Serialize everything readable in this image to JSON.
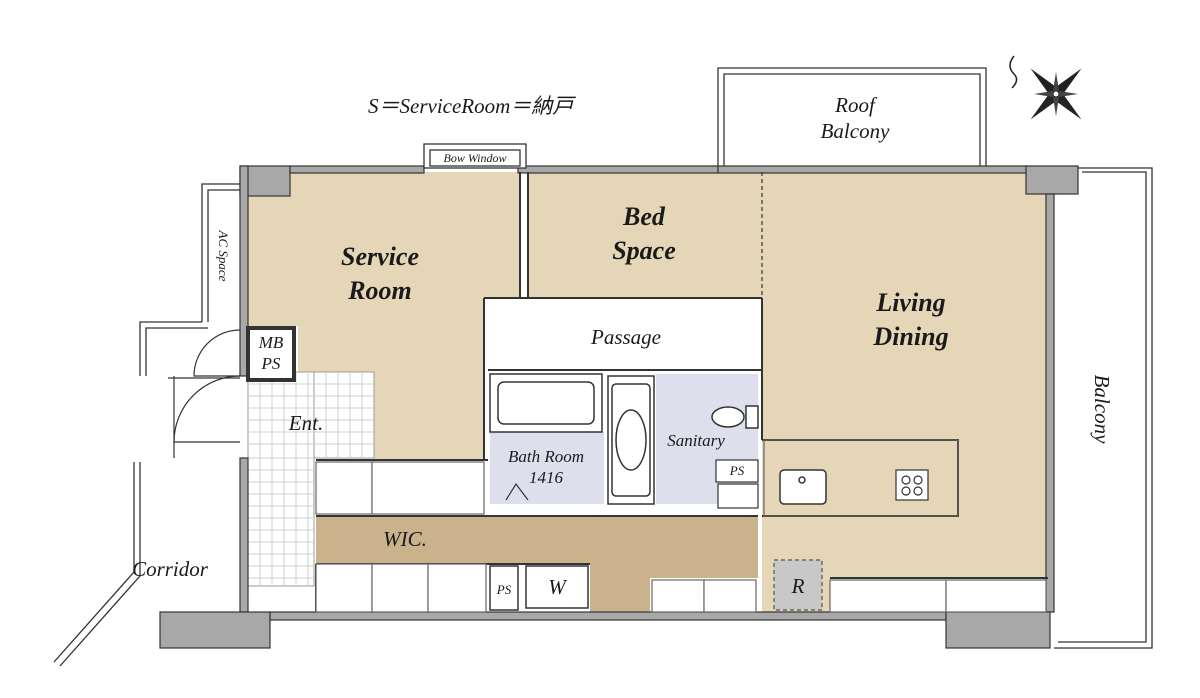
{
  "note": "S＝ServiceRoom＝納戸",
  "labels": {
    "service_room": "Service\nRoom",
    "bed_space": "Bed\nSpace",
    "living_dining": "Living\nDining",
    "passage": "Passage",
    "bath_room": "Bath Room\n1416",
    "sanitary": "Sanitary",
    "entrance": "Ent.",
    "wic": "WIC.",
    "corridor": "Corridor",
    "balcony": "Balcony",
    "roof_balcony": "Roof\nBalcony",
    "bow_window": "Bow Window",
    "ac_space": "AC Space",
    "mb_ps": "MB\nPS",
    "ps_kitchen": "PS",
    "ps_closet": "PS",
    "washer": "W",
    "refrigerator": "R"
  },
  "colors": {
    "room_fill": "#e6d6b8",
    "closet_fill": "#c9b28c",
    "wet_fill": "#dde0ec",
    "wall": "#a8a8a8",
    "line": "#333333"
  },
  "icons": [
    "compass-rose-icon",
    "toilet-icon",
    "bathtub-icon",
    "washbasin-icon",
    "sink-icon",
    "stove-icon"
  ]
}
